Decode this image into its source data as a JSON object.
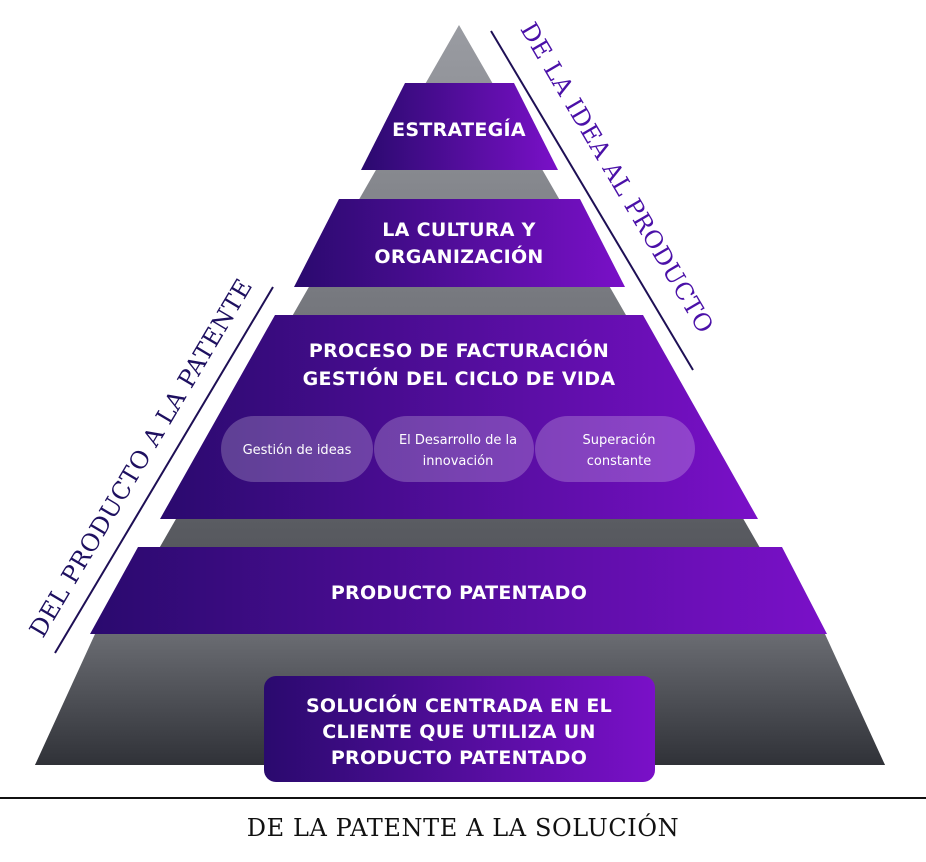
{
  "levels": {
    "estrategia": "ESTRATEGÍA",
    "cultura_line1": "LA CULTURA Y",
    "cultura_line2": "ORGANIZACIÓN",
    "proceso_line1": "PROCESO DE FACTURACIÓN",
    "proceso_line2": "GESTIÓN DEL CICLO DE VIDA",
    "producto": "PRODUCTO PATENTADO",
    "solucion_line1": "SOLUCIÓN CENTRADA EN EL",
    "solucion_line2": "CLIENTE QUE UTILIZA UN",
    "solucion_line3": "PRODUCTO PATENTADO"
  },
  "pills": {
    "ideas": "Gestión de ideas",
    "desarrollo_line1": "El Desarrollo de la",
    "desarrollo_line2": "innovación",
    "superacion_line1": "Superación",
    "superacion_line2": "constante"
  },
  "sides": {
    "right": "DE LA IDEA AL PRODUCTO",
    "left": "DEL PRODUCTO A LA PATENTE"
  },
  "footer": "DE LA PATENTE A LA SOLUCIÓN",
  "colors": {
    "purple_dark": "#2a0a6e",
    "purple_light": "#7a10c8",
    "gray_light": "#8a8d94",
    "gray_dark": "#3a3c42",
    "side_line": "#1e0f55"
  }
}
